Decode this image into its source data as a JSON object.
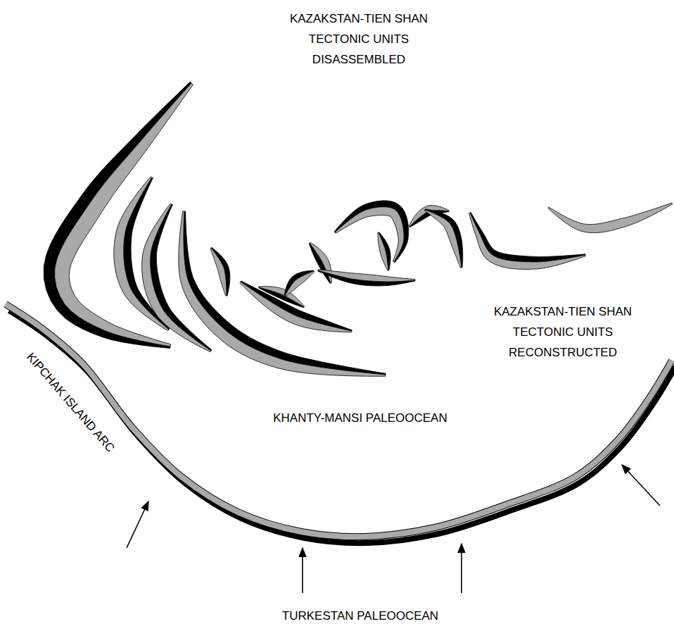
{
  "diagram": {
    "labels": [
      "KAZAKSTAN-TIEN SHAN TECTONIC UNITS DISASSEMBLED",
      "KAZAKSTAN-TIEN SHAN TECTONIC UNITS RECONSTRUCTED",
      "KHANTY-MANSI PALEOOCEAN",
      "KIPCHAK ISLAND ARC",
      "TURKESTAN PALEOOCEAN"
    ]
  }
}
